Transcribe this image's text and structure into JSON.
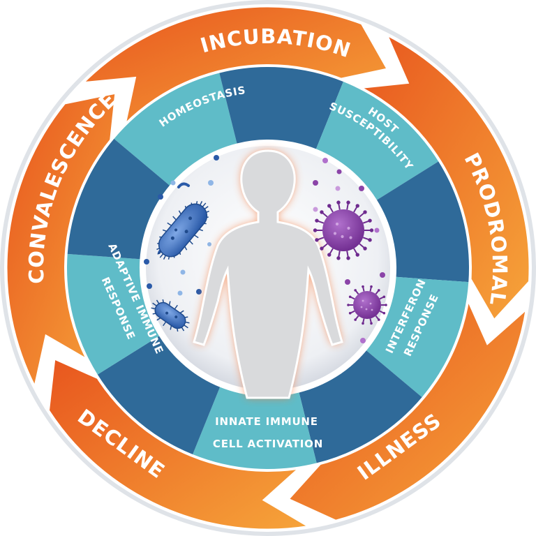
{
  "outer_stages": [
    {
      "label": "INCUBATION"
    },
    {
      "label": "PRODROMAL"
    },
    {
      "label": "ILLNESS"
    },
    {
      "label": "DECLINE"
    },
    {
      "label": "CONVALESCENCE"
    }
  ],
  "inner_responses": [
    {
      "lines": [
        "HOMEOSTASIS"
      ]
    },
    {
      "lines": [
        "HOST",
        "SUSCEPTIBILITY"
      ]
    },
    {
      "lines": [
        "INTERFERON",
        "RESPONSE"
      ]
    },
    {
      "lines": [
        "INNATE IMMUNE",
        "CELL ACTIVATION"
      ]
    },
    {
      "lines": [
        "ADAPTIVE IMMUNE",
        "RESPONSE"
      ]
    }
  ],
  "colors": {
    "orange_dark": "#e8561e",
    "orange_light": "#f6a43a",
    "teal_light": "#5fbcc8",
    "blue_dark": "#2f6a99",
    "silhouette": "#d9dadc",
    "glow": "#f47a3c",
    "bacteria": "#3d73c5",
    "virus": "#8b44a8"
  },
  "icons": [
    "human-silhouette-icon",
    "bacteria-icon",
    "virus-icon"
  ]
}
